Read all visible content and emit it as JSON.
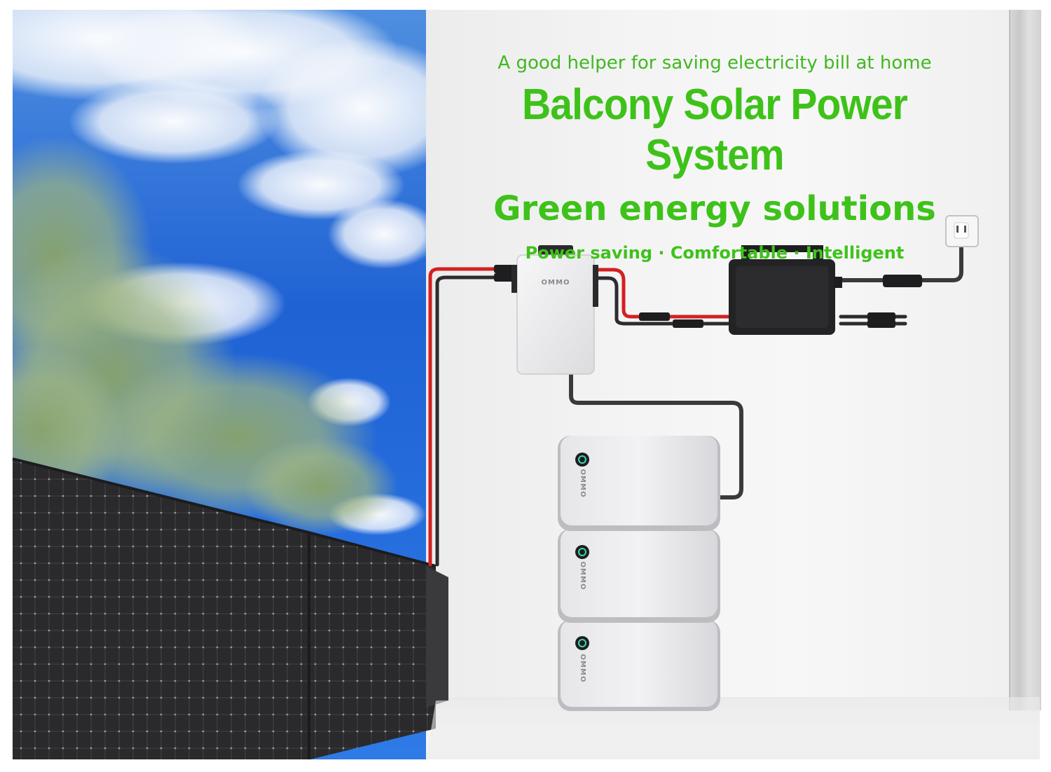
{
  "headline": {
    "tagline": "A good helper for saving electricity bill at home",
    "title": "Balcony Solar Power System",
    "subtitle": "Green energy solutions",
    "features": "Power saving · Comfortable · Intelligent"
  },
  "brand": {
    "hub_logo": "OMMO",
    "battery_logo": "OMMO"
  },
  "colors": {
    "accent_green": "#3ec21a",
    "sky_blue": "#1a5fd0",
    "panel_black": "#2a2a2c",
    "cable_red": "#d42020",
    "device_white": "#eaeaec",
    "inverter_black": "#1e1e20"
  },
  "icons": {
    "wall_socket": "wall-socket-icon",
    "battery_indicator": "power-led-icon"
  }
}
